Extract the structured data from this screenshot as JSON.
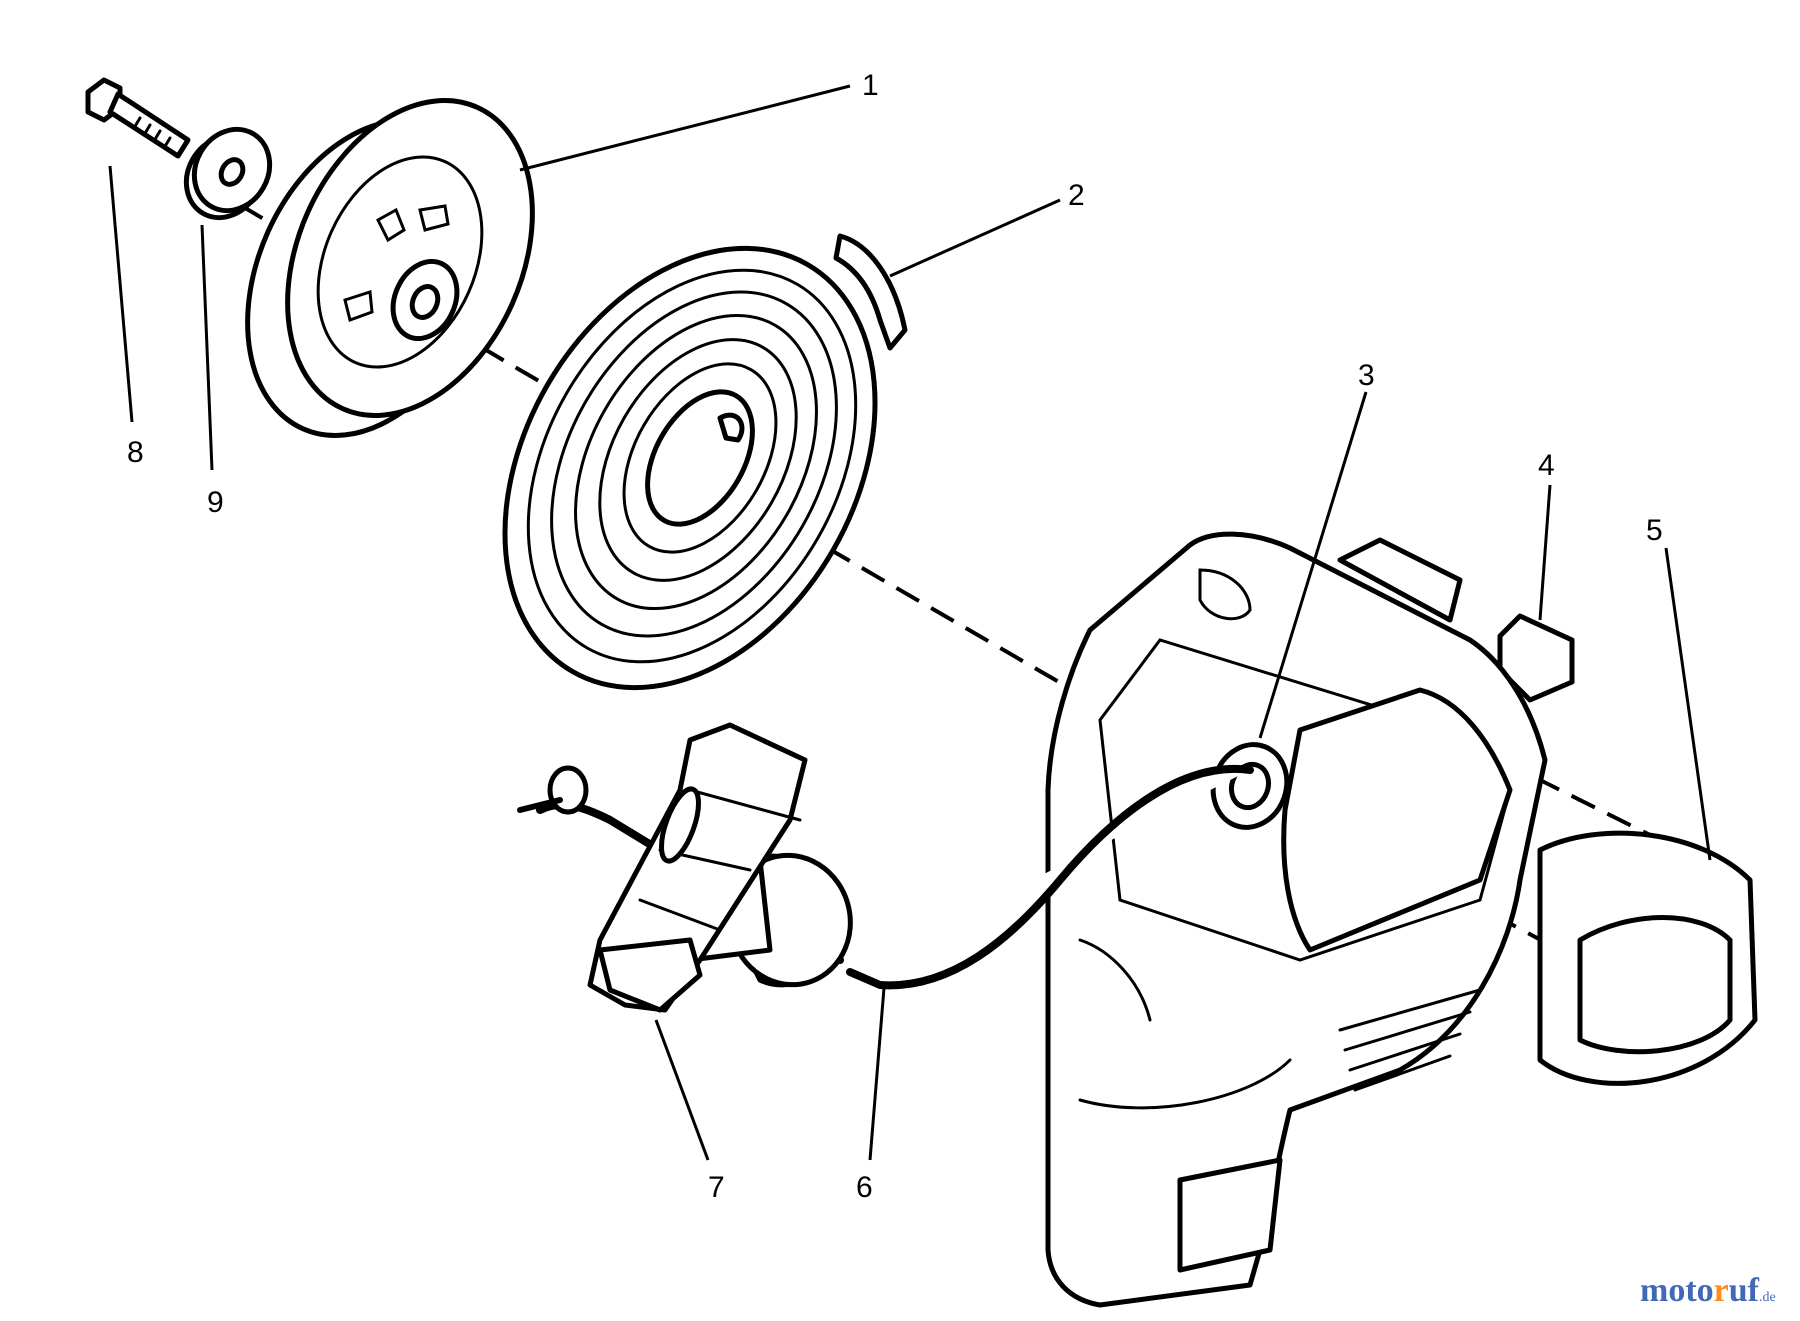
{
  "callouts": {
    "c1": "1",
    "c2": "2",
    "c3": "3",
    "c4": "4",
    "c5": "5",
    "c6": "6",
    "c7": "7",
    "c8": "8",
    "c9": "9"
  },
  "watermark": {
    "part1": "moto",
    "part2": "r",
    "part3": "uf",
    "tld": ".de"
  },
  "colors": {
    "watermark_blue": "#4169b8",
    "watermark_orange": "#ff8c1a"
  }
}
